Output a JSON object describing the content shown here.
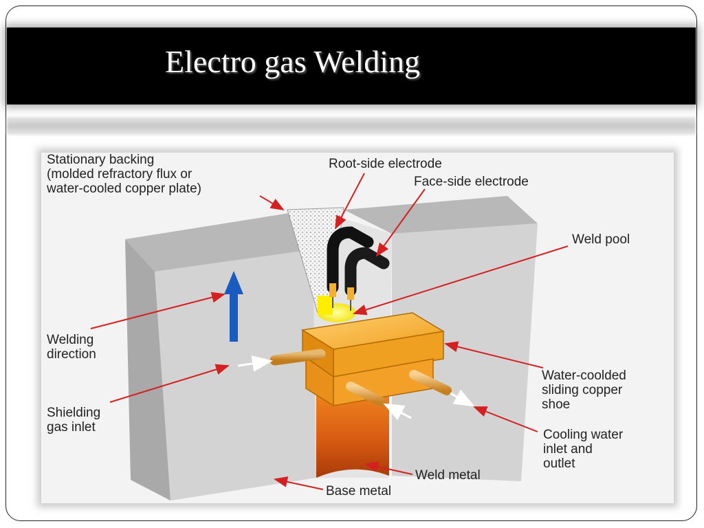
{
  "slide": {
    "title": "Electro gas Welding"
  },
  "diagram": {
    "labels": {
      "stationary_backing": [
        "Stationary backing",
        "(molded refractory flux or",
        "water-cooled copper plate)"
      ],
      "root_side_electrode": "Root-side electrode",
      "face_side_electrode": "Face-side electrode",
      "weld_pool": "Weld pool",
      "welding_direction": [
        "Welding",
        "direction"
      ],
      "water_cooled_shoe": [
        "Water-coolded",
        "sliding copper",
        "shoe"
      ],
      "shielding_gas_inlet": [
        "Shielding",
        "gas inlet"
      ],
      "cooling_water": [
        "Cooling water",
        "inlet and",
        "outlet"
      ],
      "weld_metal": "Weld metal",
      "base_metal": "Base metal"
    },
    "colors": {
      "leader": "#d42020",
      "arrow": "#1a5bbf",
      "plate_front": "#d3d3d3",
      "plate_top": "#bcbcbc",
      "shoe": "#f0a020",
      "weld_metal": "#e07018",
      "weld_pool": "#ffee00"
    }
  }
}
